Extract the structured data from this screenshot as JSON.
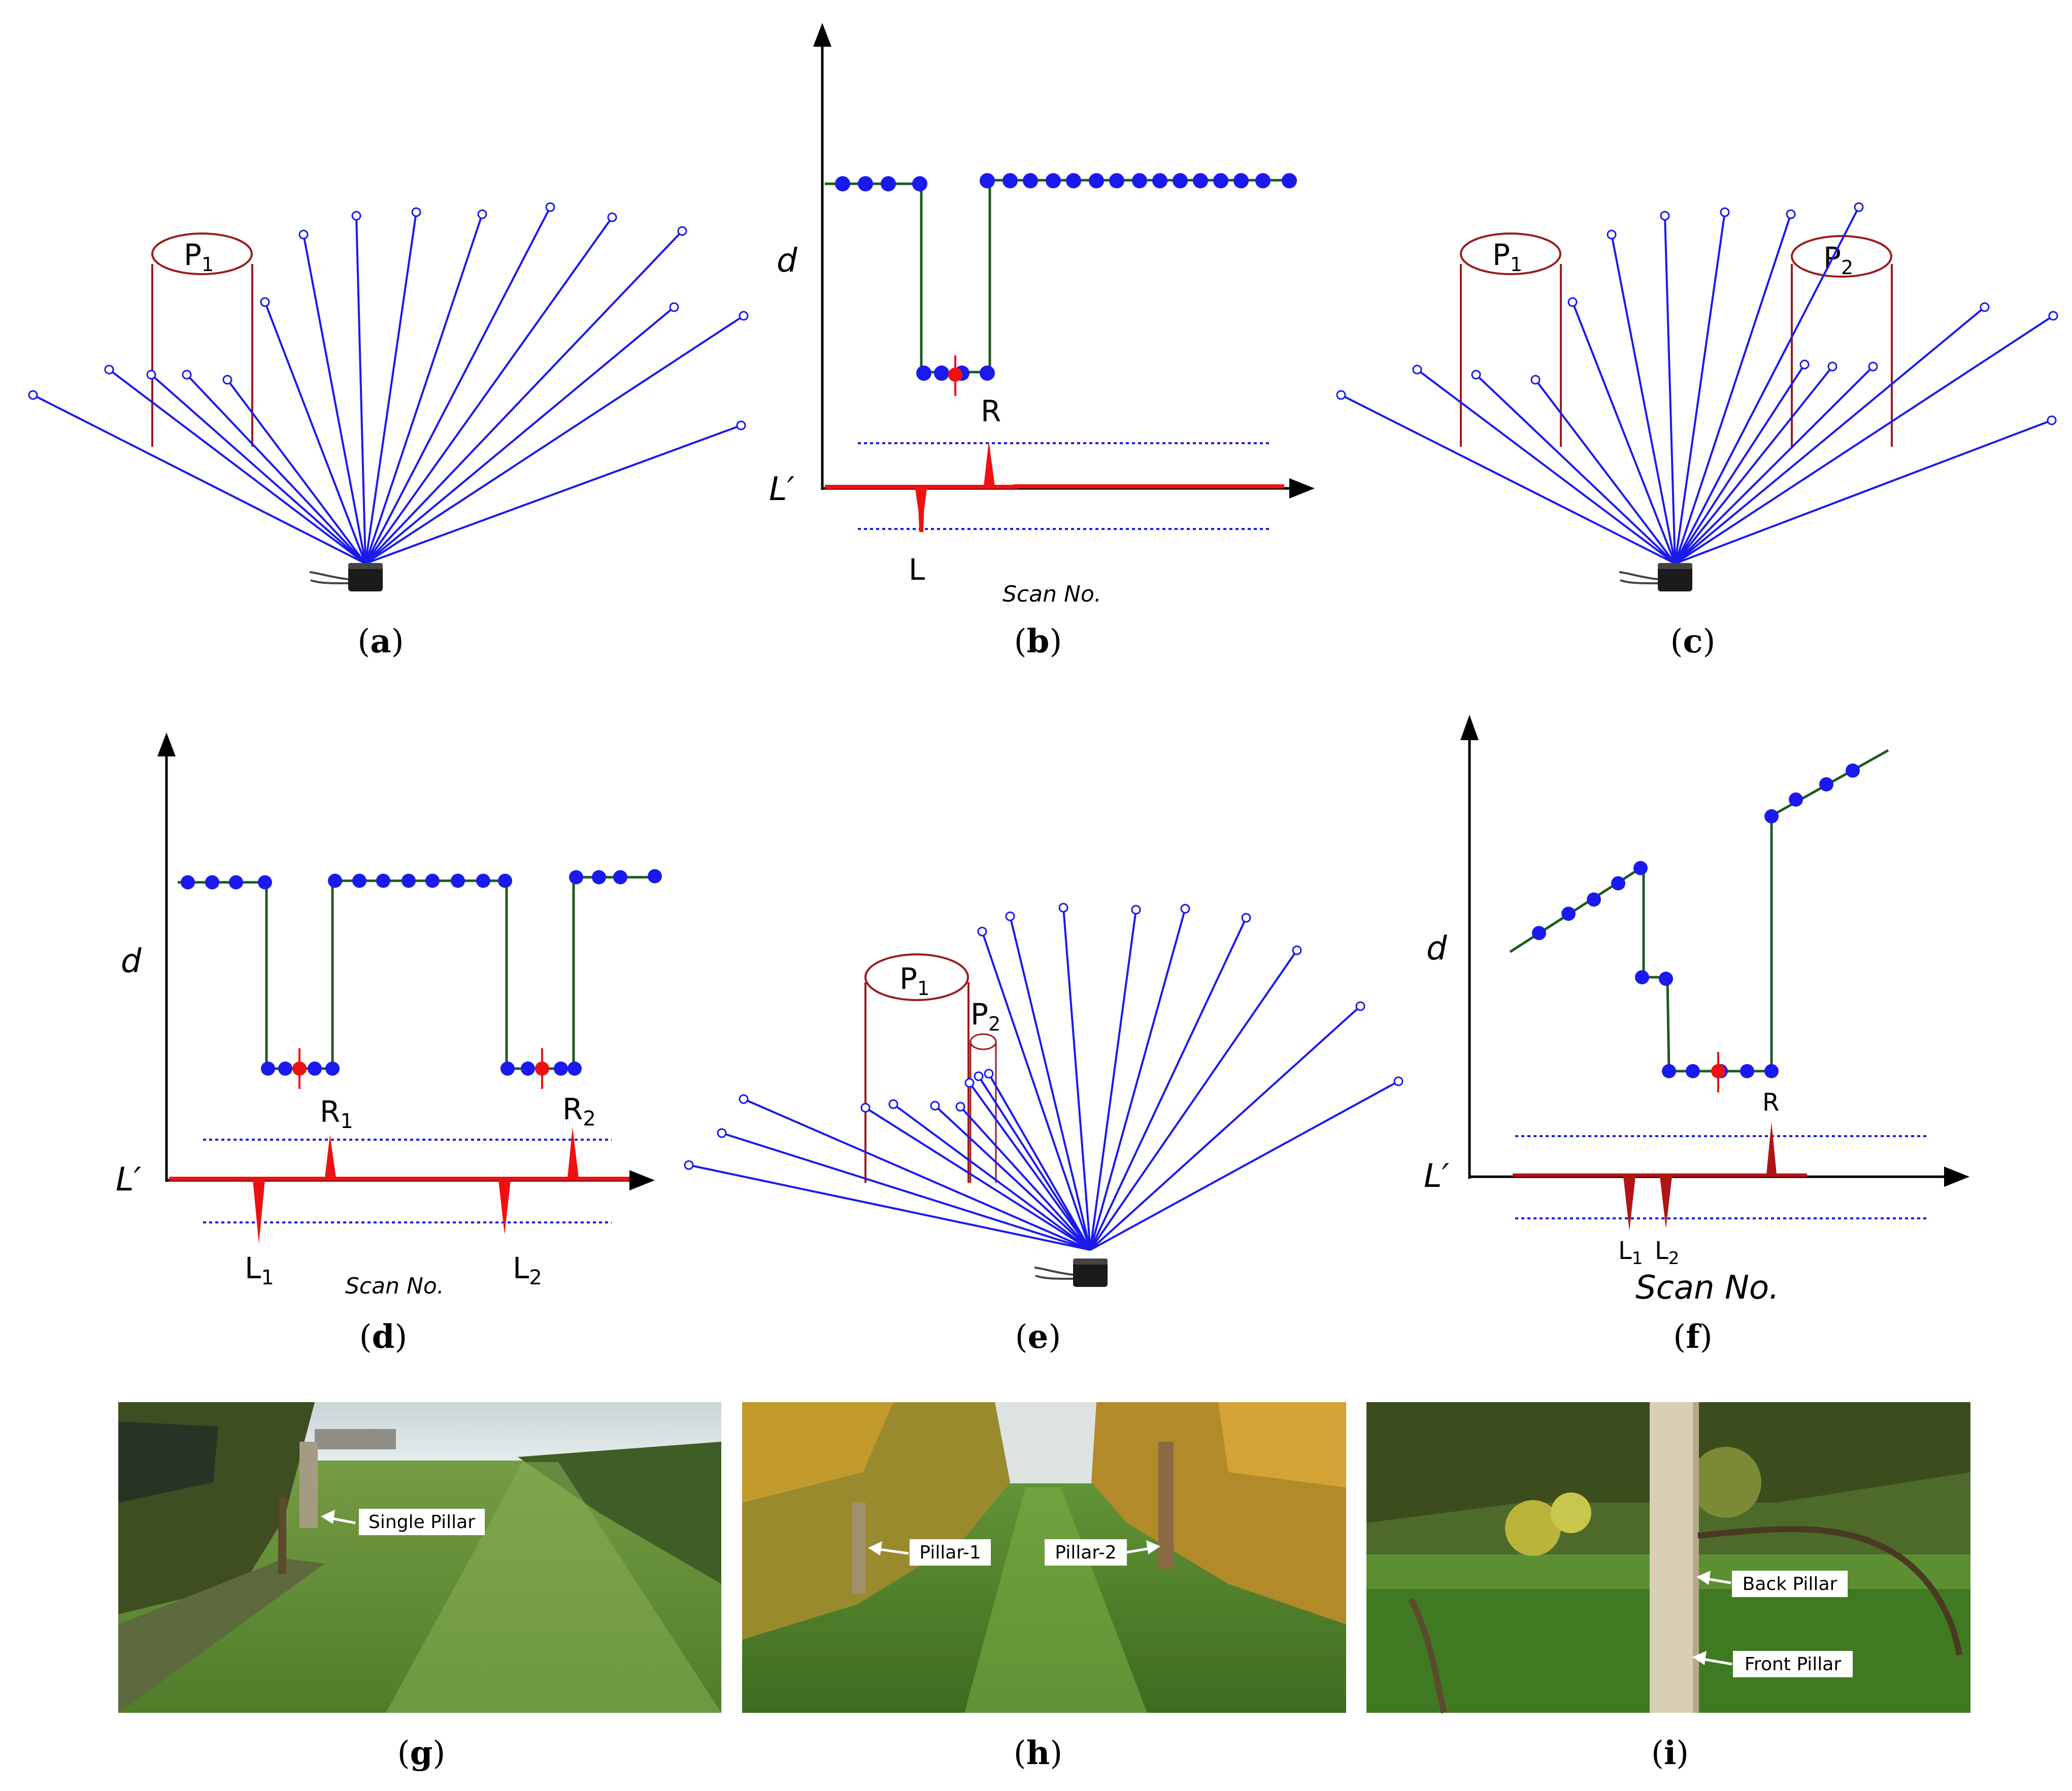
{
  "panels": {
    "a": {
      "caption": "a",
      "pillar_labels": [
        "P",
        "1"
      ]
    },
    "b": {
      "caption": "b",
      "y_label": "d",
      "baseline_label": "L′",
      "x_label": "Scan No.",
      "peak_labels": [
        "L",
        "R"
      ]
    },
    "c": {
      "caption": "c",
      "pillar_labels": [
        [
          "P",
          "1"
        ],
        [
          "P",
          "2"
        ]
      ]
    },
    "d": {
      "caption": "d",
      "y_label": "d",
      "baseline_label": "L′",
      "x_label": "Scan No.",
      "peak_labels": [
        [
          "L",
          "1"
        ],
        [
          "R",
          "1"
        ],
        [
          "L",
          "2"
        ],
        [
          "R",
          "2"
        ]
      ]
    },
    "e": {
      "caption": "e",
      "pillar_labels": [
        [
          "P",
          "1"
        ],
        [
          "P",
          "2"
        ]
      ]
    },
    "f": {
      "caption": "f",
      "y_label": "d",
      "baseline_label": "L′",
      "x_label": "Scan No.",
      "peak_labels": [
        [
          "L",
          "1"
        ],
        [
          "L",
          "2"
        ],
        "R"
      ]
    },
    "g": {
      "caption": "g",
      "callouts": [
        "Single Pillar"
      ]
    },
    "h": {
      "caption": "h",
      "callouts": [
        "Pillar-1",
        "Pillar-2"
      ]
    },
    "i": {
      "caption": "i",
      "callouts": [
        "Back Pillar",
        "Front Pillar"
      ]
    }
  },
  "colors": {
    "ray": "#1a1aee",
    "dot": "#1a1aee",
    "pillar": "#9b1b1b",
    "signal": "#ee1111",
    "step": "#1f5a1f",
    "axis": "#000000",
    "threshold": "#1a1aee"
  },
  "icons": {
    "sensor": "lidar-sensor-icon"
  }
}
